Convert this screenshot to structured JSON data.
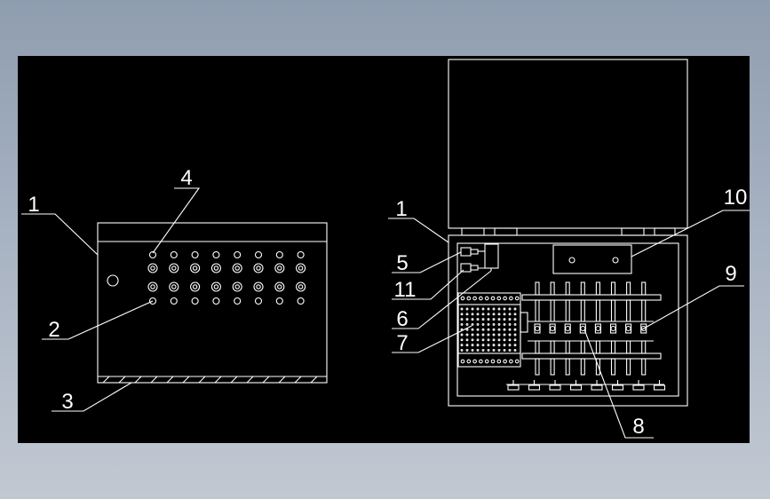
{
  "callouts": {
    "left": [
      "1",
      "4",
      "2",
      "3"
    ],
    "right": [
      "1",
      "5",
      "11",
      "6",
      "7",
      "10",
      "9",
      "8"
    ]
  },
  "colors": {
    "background_top": "#8f9db0",
    "background_bottom": "#c1c8d2",
    "drawing_area": "#000000",
    "linework": "#ffffff"
  }
}
